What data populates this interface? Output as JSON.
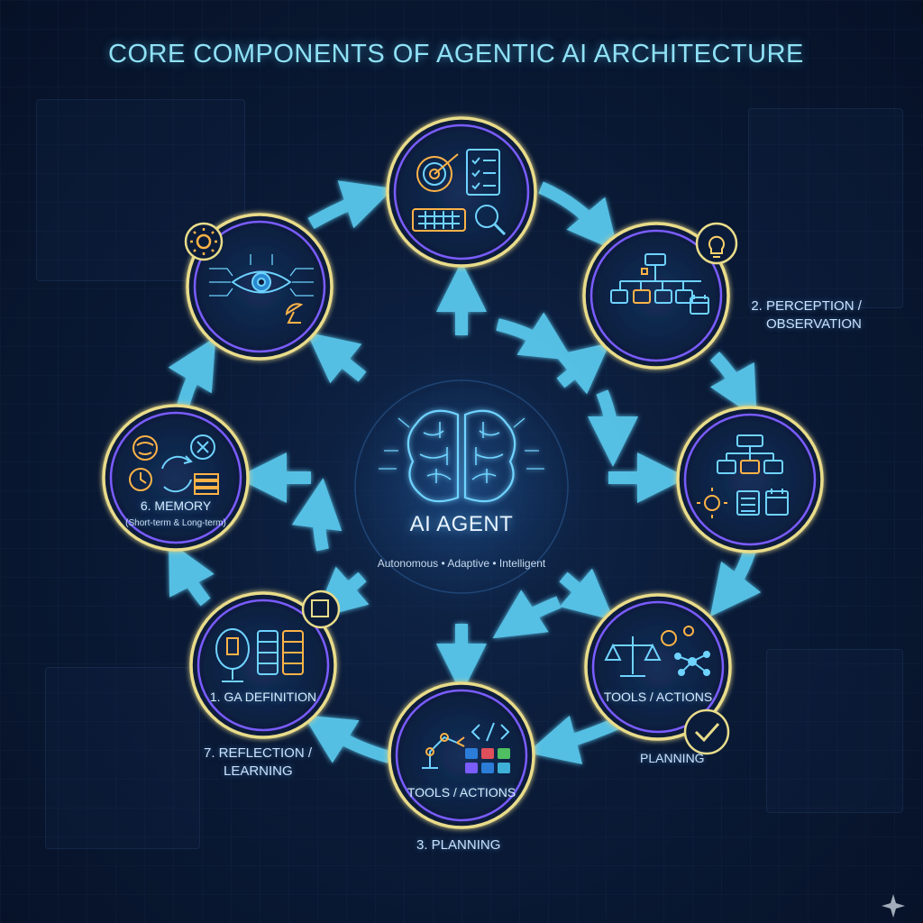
{
  "title": "CORE COMPONENTS OF AGENTIC AI ARCHITECTURE",
  "center": {
    "title": "AI AGENT",
    "subtitle": "Autonomous • Adaptive • Intelligent"
  },
  "nodes": {
    "top": {
      "label": ""
    },
    "upper_left": {
      "label": ""
    },
    "upper_right": {
      "label": ""
    },
    "right": {
      "label": ""
    },
    "left": {
      "label": "6. MEMORY",
      "sublabel": "(Short-term & Long-term)"
    },
    "lower_left": {
      "label": "1. GA DEFINITION"
    },
    "lower_right": {
      "label": "TOOLS / ACTIONS"
    },
    "bottom": {
      "label": "TOOLS / ACTIONS"
    }
  },
  "outer_labels": {
    "perception": [
      "2. PERCEPTION /",
      "OBSERVATION"
    ],
    "planning_right": "PLANNING",
    "reflection": [
      "7. REFLECTION /",
      "LEARNING"
    ],
    "planning_bottom": "3. PLANNING"
  },
  "colors": {
    "ring_outer": "#e9dc8a",
    "ring_inner": "#7a5cff",
    "arrow": "#5ccdf2",
    "icon": "#6fd3ff",
    "accent_orange": "#ffb347",
    "title": "#8fe1f5"
  }
}
